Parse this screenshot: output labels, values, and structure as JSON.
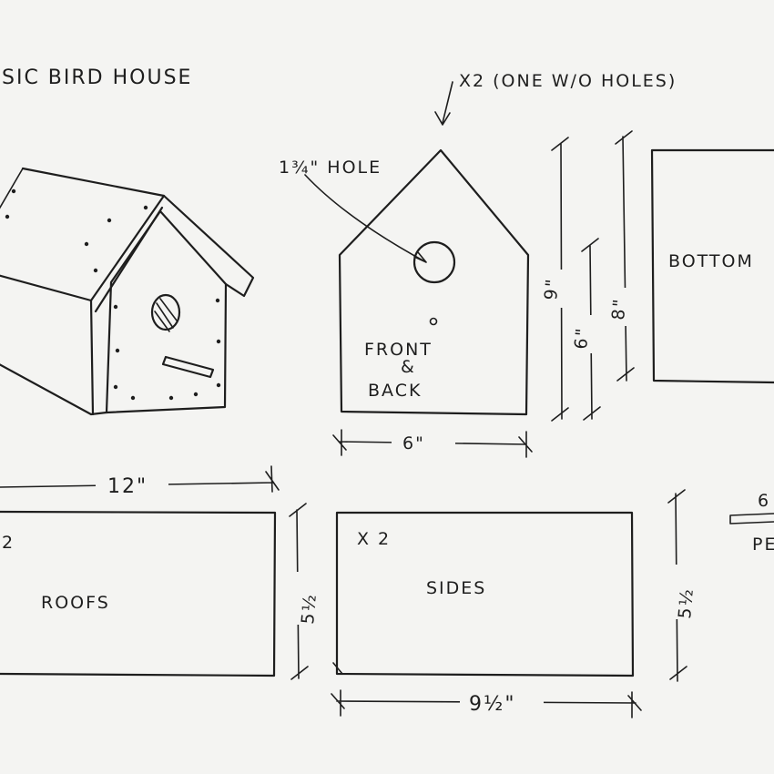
{
  "title": "SIC BIRD HOUSE",
  "pieces": {
    "front_back": {
      "label_1": "FRONT",
      "label_2": "BACK",
      "qty_note": "X2 (ONE W/O HOLES)",
      "hole_note": "1¾\" HOLE",
      "width": "6\"",
      "height_total": "9\"",
      "height_side": "6\""
    },
    "bottom": {
      "label": "BOTTOM",
      "height": "8\""
    },
    "roofs": {
      "qty": "2",
      "label": "ROOFS",
      "length": "12\"",
      "width": "5½"
    },
    "sides": {
      "qty": "X 2",
      "label": "SIDES",
      "length": "9½\"",
      "width": "5½"
    },
    "perch": {
      "label": "PE",
      "length": "6"
    }
  }
}
